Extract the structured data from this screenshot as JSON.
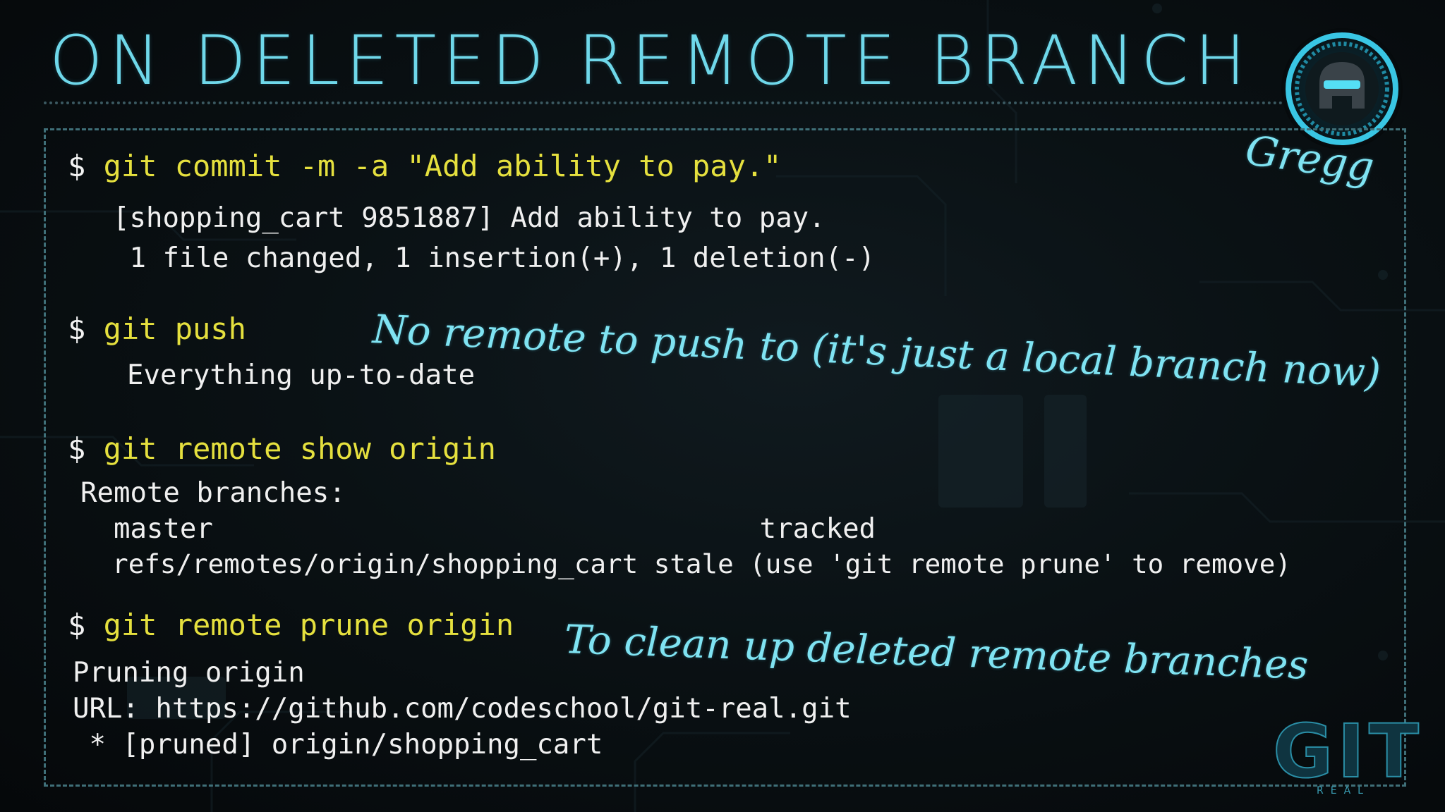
{
  "slide": {
    "title": "ON DELETED REMOTE BRANCH"
  },
  "commands": [
    {
      "prompt": "$ ",
      "text": "git commit -m -a \"Add ability to pay.\""
    },
    {
      "prompt": "$ ",
      "text": "git push"
    },
    {
      "prompt": "$ ",
      "text": "git remote show origin"
    },
    {
      "prompt": "$ ",
      "text": "git remote prune origin"
    }
  ],
  "outputs": {
    "commit": [
      "[shopping_cart 9851887] Add ability to pay.",
      " 1 file changed, 1 insertion(+), 1 deletion(-)"
    ],
    "push": [
      "Everything up-to-date"
    ],
    "remote_show": [
      "Remote branches:",
      "  master                                 tracked",
      "  refs/remotes/origin/shopping_cart stale (use 'git remote prune' to remove)"
    ],
    "prune": [
      "Pruning origin",
      "URL: https://github.com/codeschool/git-real.git",
      " * [pruned] origin/shopping_cart"
    ]
  },
  "annotations": {
    "author": "Gregg",
    "push_note": "No remote to push to (it's just a local branch now)",
    "prune_note": "To clean up deleted remote branches"
  },
  "branding": {
    "logo_text": "GIT",
    "logo_subtext": "REAL",
    "badge_icon": "helmet-icon"
  },
  "colors": {
    "title": "#6fd8ea",
    "command": "#e5e03e",
    "output": "#f0f0f0",
    "annotation": "#7fe3f2",
    "border": "#3f6f78"
  }
}
